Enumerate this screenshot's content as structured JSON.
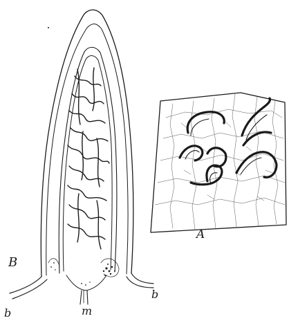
{
  "figure": {
    "labels": {
      "B": "B",
      "A": "A",
      "m": "m",
      "b_left": "b",
      "b_right": "b"
    },
    "colors": {
      "ink": "#1a1a1a",
      "paper": "#ffffff"
    }
  }
}
